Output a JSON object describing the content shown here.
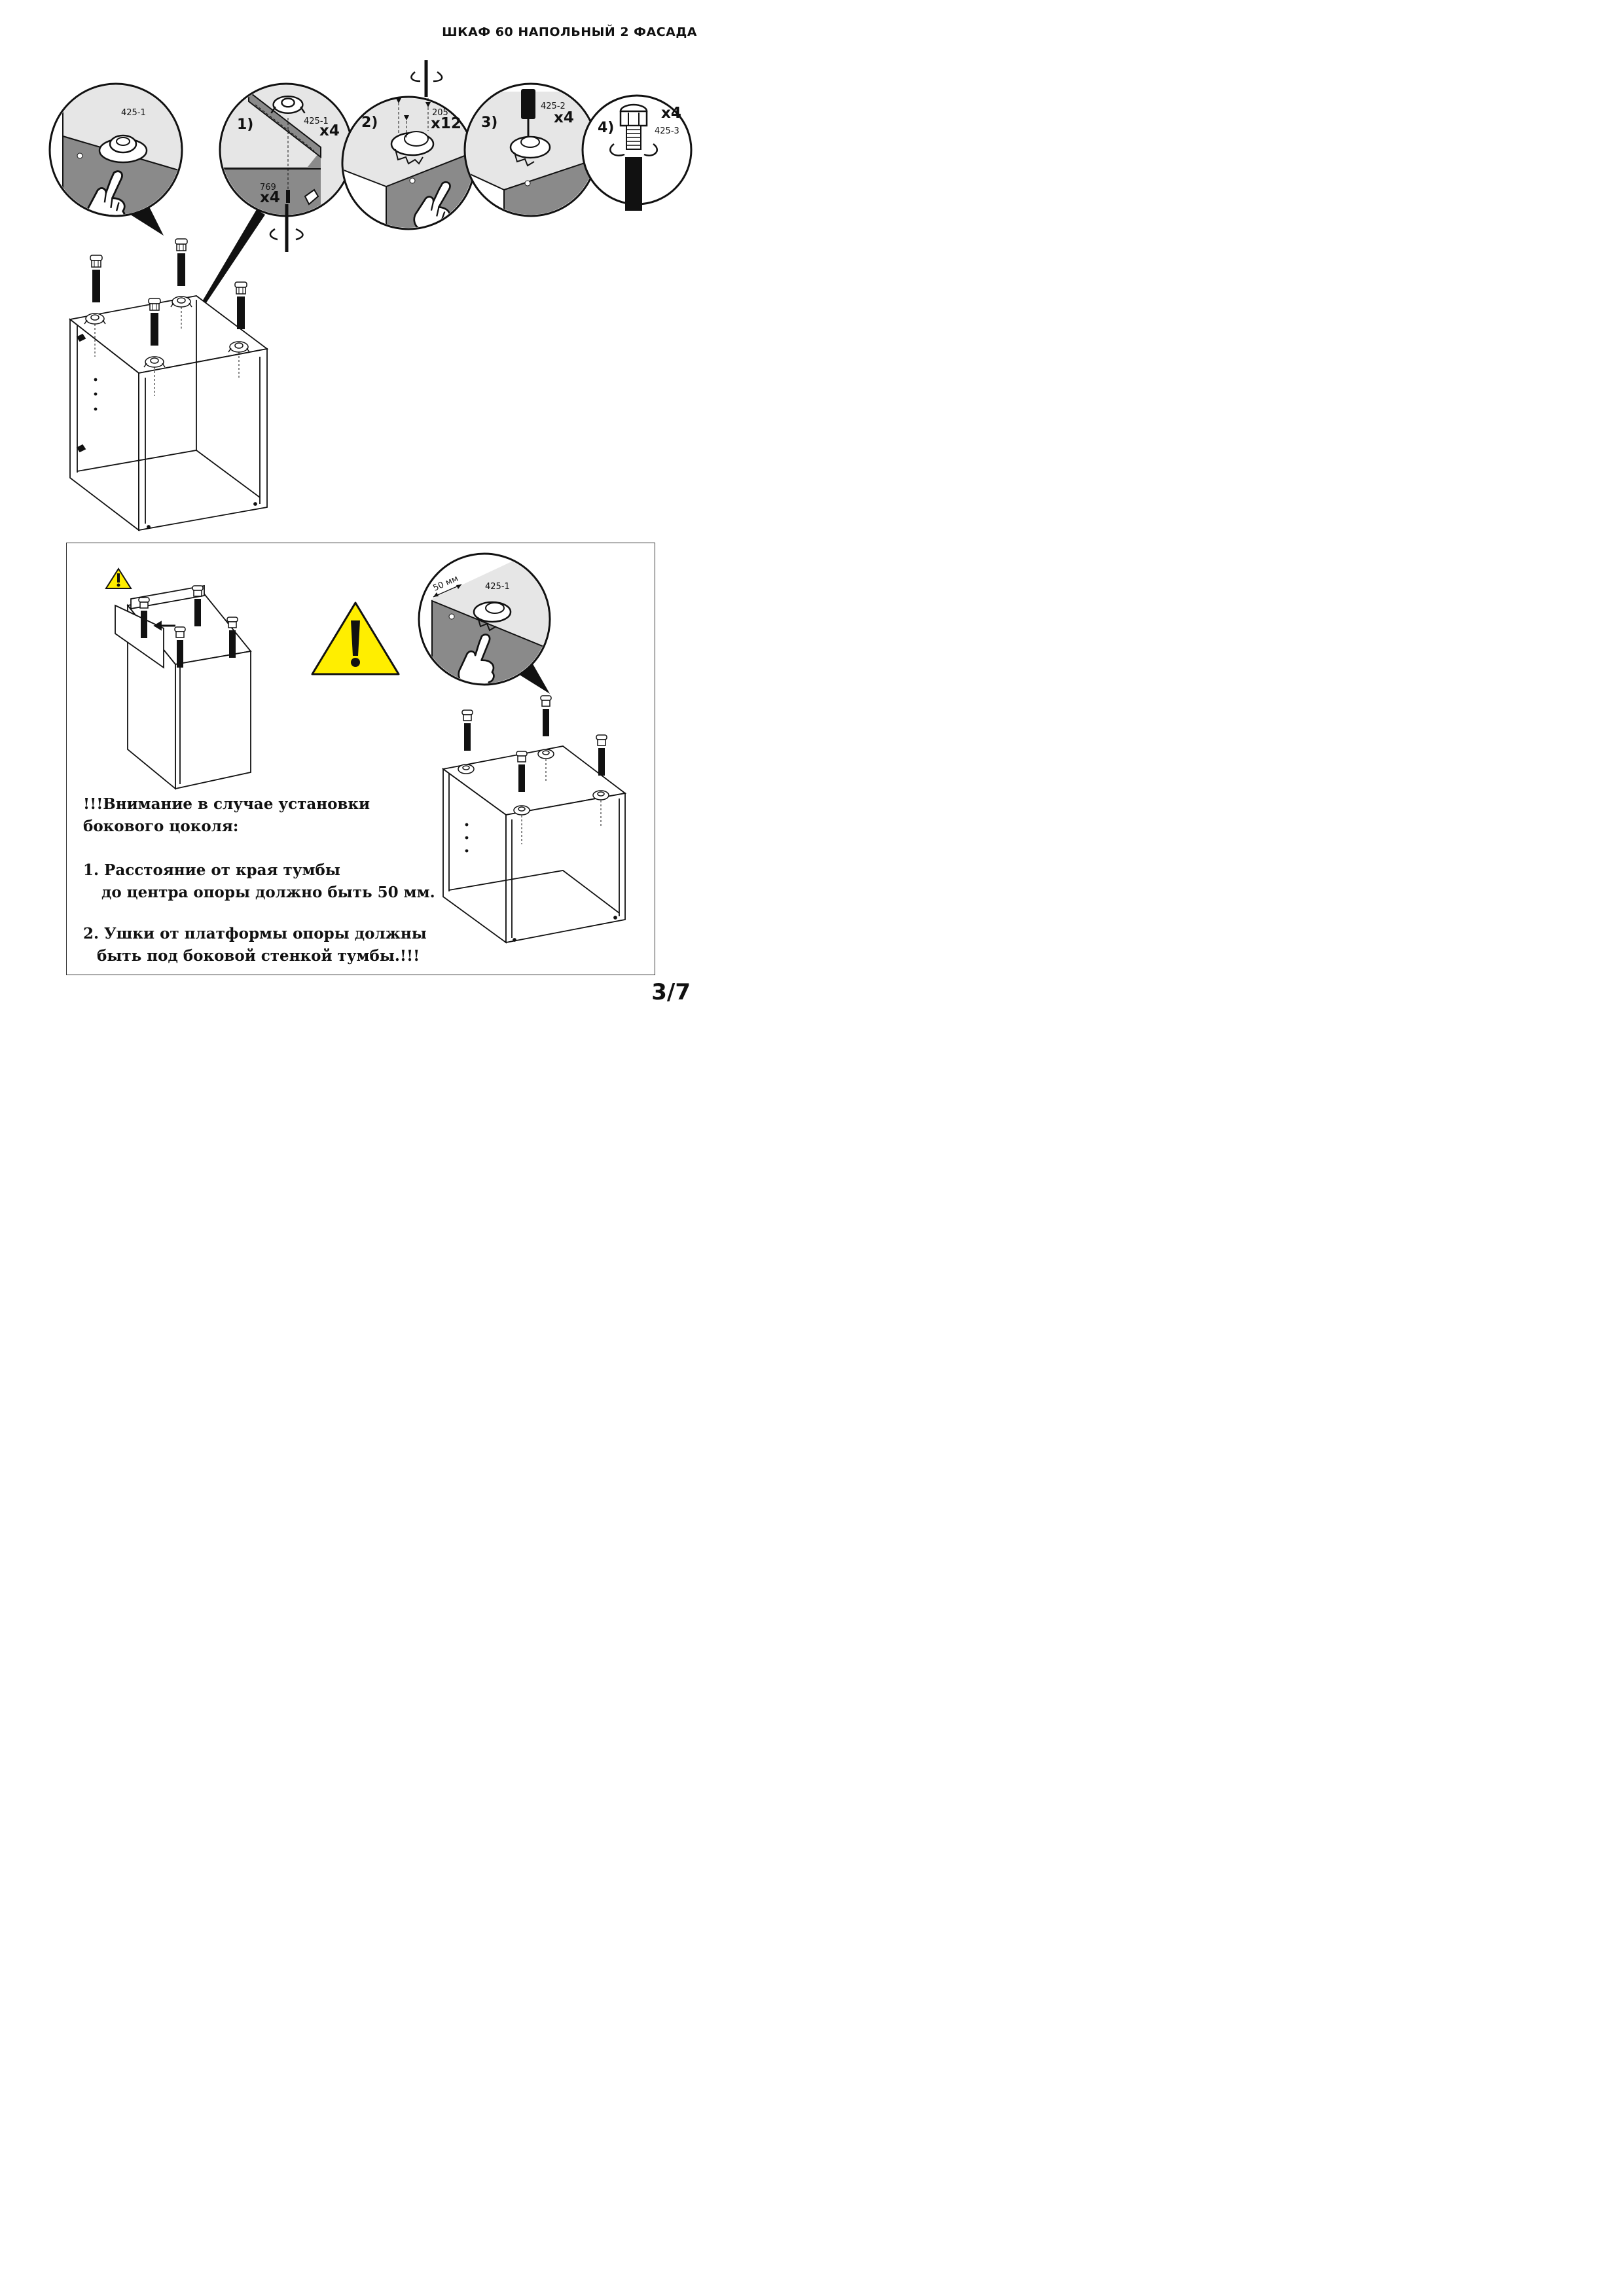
{
  "header": {
    "title": "ШКАФ 60 НАПОЛЬНЫЙ 2 ФАСАДА"
  },
  "page_number": "3/7",
  "parts": {
    "foot_platform": "425-1",
    "foot_post": "425-2",
    "foot_adjuster": "425-3",
    "screw": "205",
    "dowel": "769"
  },
  "steps": {
    "s1": {
      "num": "1)",
      "part": "425-1",
      "qty": "x4",
      "part2": "769",
      "qty2": "x4"
    },
    "s2": {
      "num": "2)",
      "part": "205",
      "qty": "x12"
    },
    "s3": {
      "num": "3)",
      "part": "425-2",
      "qty": "x4"
    },
    "s4": {
      "num": "4)",
      "part": "425-3",
      "qty": "x4"
    }
  },
  "detail_top": {
    "part": "425-1"
  },
  "notice": {
    "dimension": "50 мм",
    "part": "425-1",
    "line1": "!!!Внимание в случае  установки",
    "line2": "бокового цоколя:",
    "line3": "1. Расстояние от края тумбы",
    "line4": "до центра опоры должно быть 50 мм.",
    "line5": "2. Ушки от платформы опоры должны",
    "line6": "быть под боковой стенкой тумбы.!!!"
  },
  "colors": {
    "warning_yellow": "#ffee00",
    "panel_gray": "#8a8a8a",
    "surface_light": "#e4e4e4"
  }
}
